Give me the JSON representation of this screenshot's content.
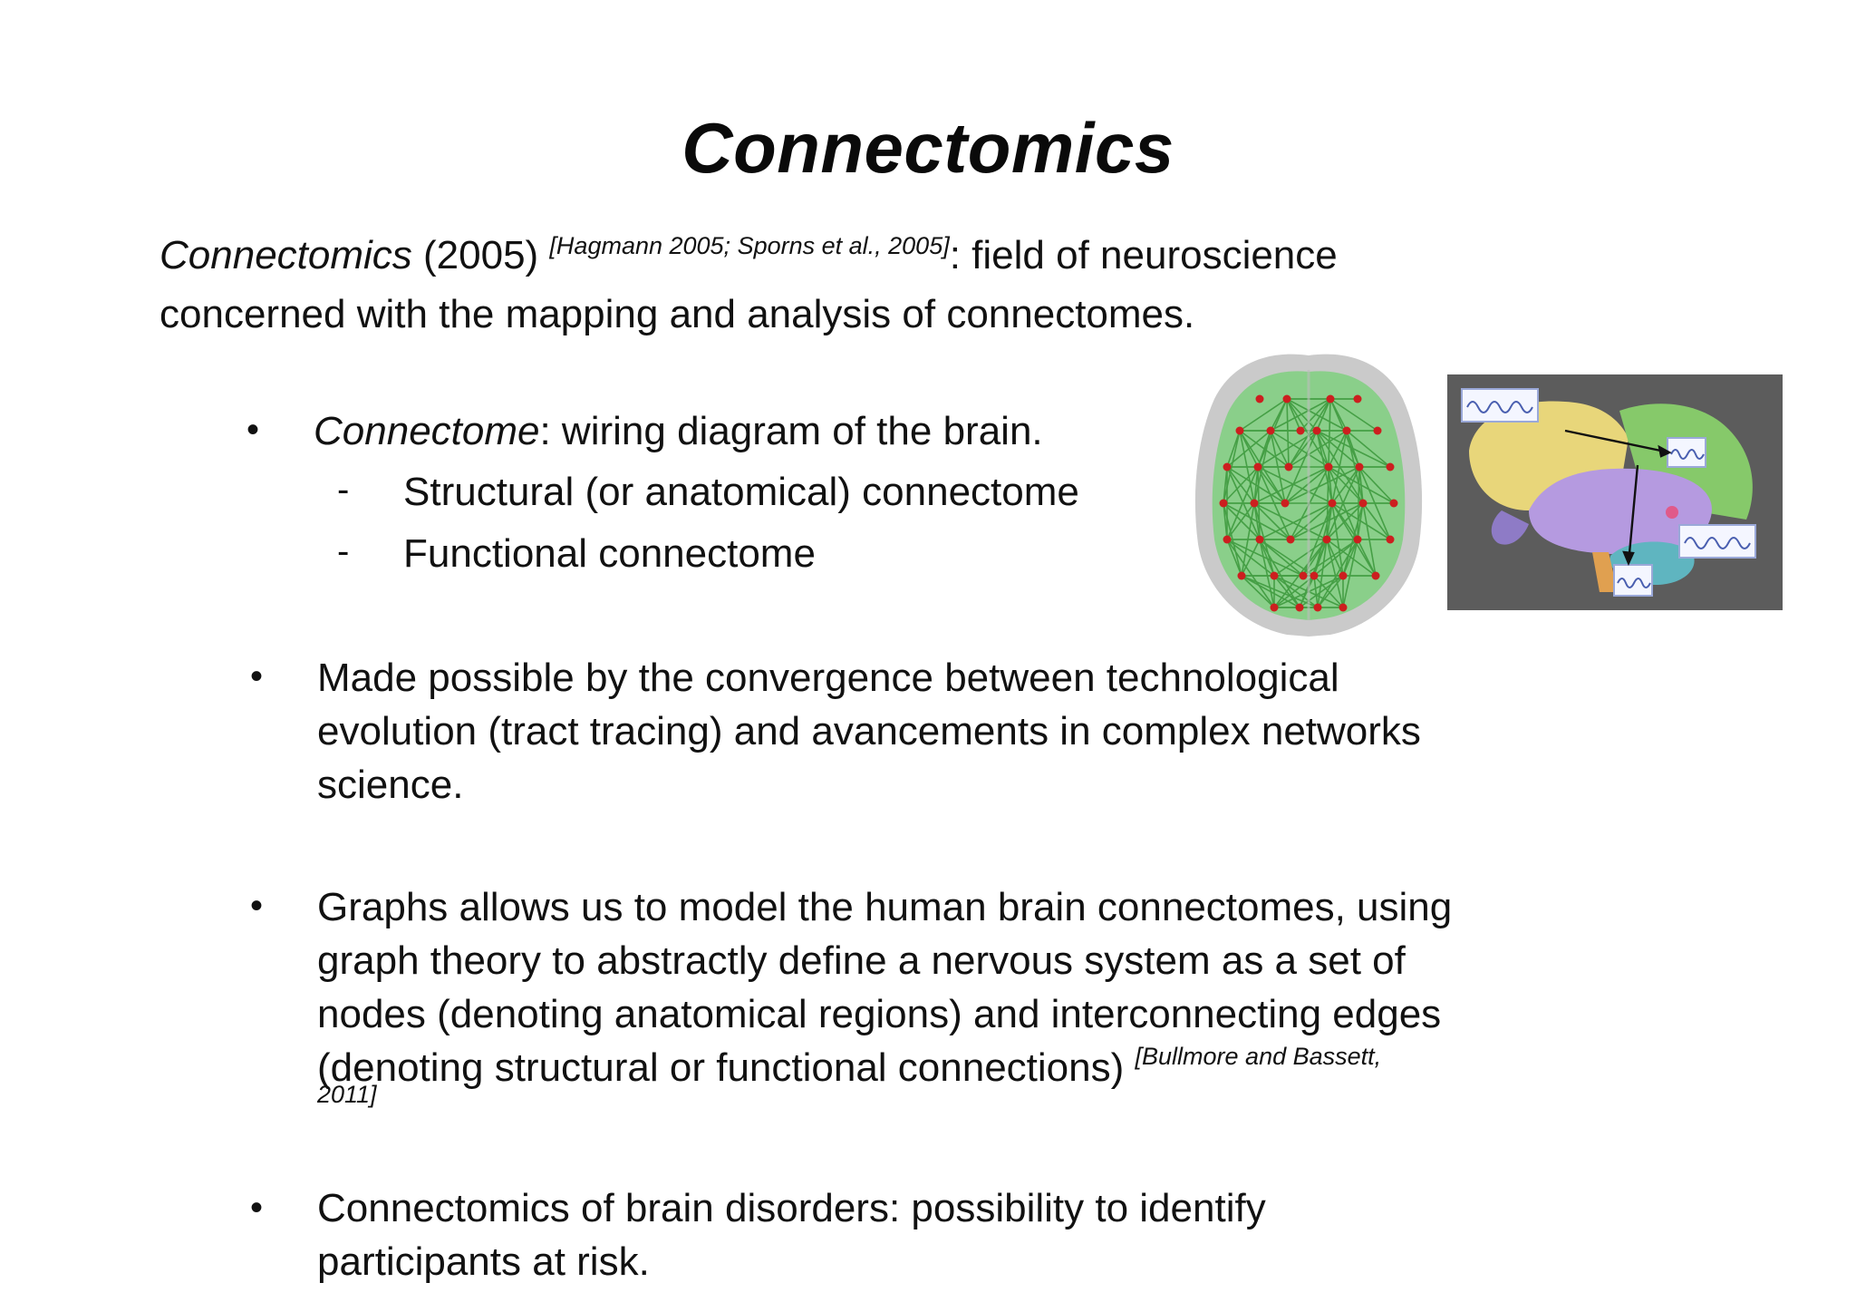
{
  "slide": {
    "title": "Connectomics",
    "intro": {
      "term": "Connectomics",
      "year": " (2005) ",
      "citation": "[Hagmann 2005; Sporns et al., 2005]",
      "rest_line1": ": field of neuroscience",
      "rest_line2": "concerned with the mapping and analysis of connectomes."
    },
    "bullet1": {
      "term": "Connectome",
      "text": ": wiring diagram of the brain.",
      "subitems": [
        {
          "dash": "-",
          "text": "Structural (or anatomical) connectome"
        },
        {
          "dash": "-",
          "text": "Functional connectome"
        }
      ]
    },
    "bullet2": {
      "lines": [
        "Made possible by the convergence between technological",
        "evolution (tract tracing) and avancements in complex networks",
        "science."
      ]
    },
    "bullet3": {
      "lines": [
        "Graphs allows us to model the human brain connectomes, using",
        "graph theory to abstractly define a nervous system as a set of",
        "nodes (denoting anatomical regions) and interconnecting edges",
        "(denoting structural or functional connections)"
      ],
      "citation_a": "[Bullmore and Bassett,",
      "citation_b": "2011]"
    },
    "bullet4": {
      "lines": [
        "Connectomics of brain disorders: possibility to identify",
        "participants at risk."
      ]
    },
    "bullet_symbol": "•",
    "colors": {
      "network_edge": "#4fbf4f",
      "network_node": "#cc1f1f",
      "brain_shadow": "#bdbdbd",
      "sag_background": "#5c5c5c",
      "frontal_lobe": "#e8d67a",
      "parietal_lobe": "#86c96a",
      "temporal_lobe": "#b59ae0",
      "cerebellum": "#5fb5c0",
      "brainstem": "#e0a050"
    }
  }
}
